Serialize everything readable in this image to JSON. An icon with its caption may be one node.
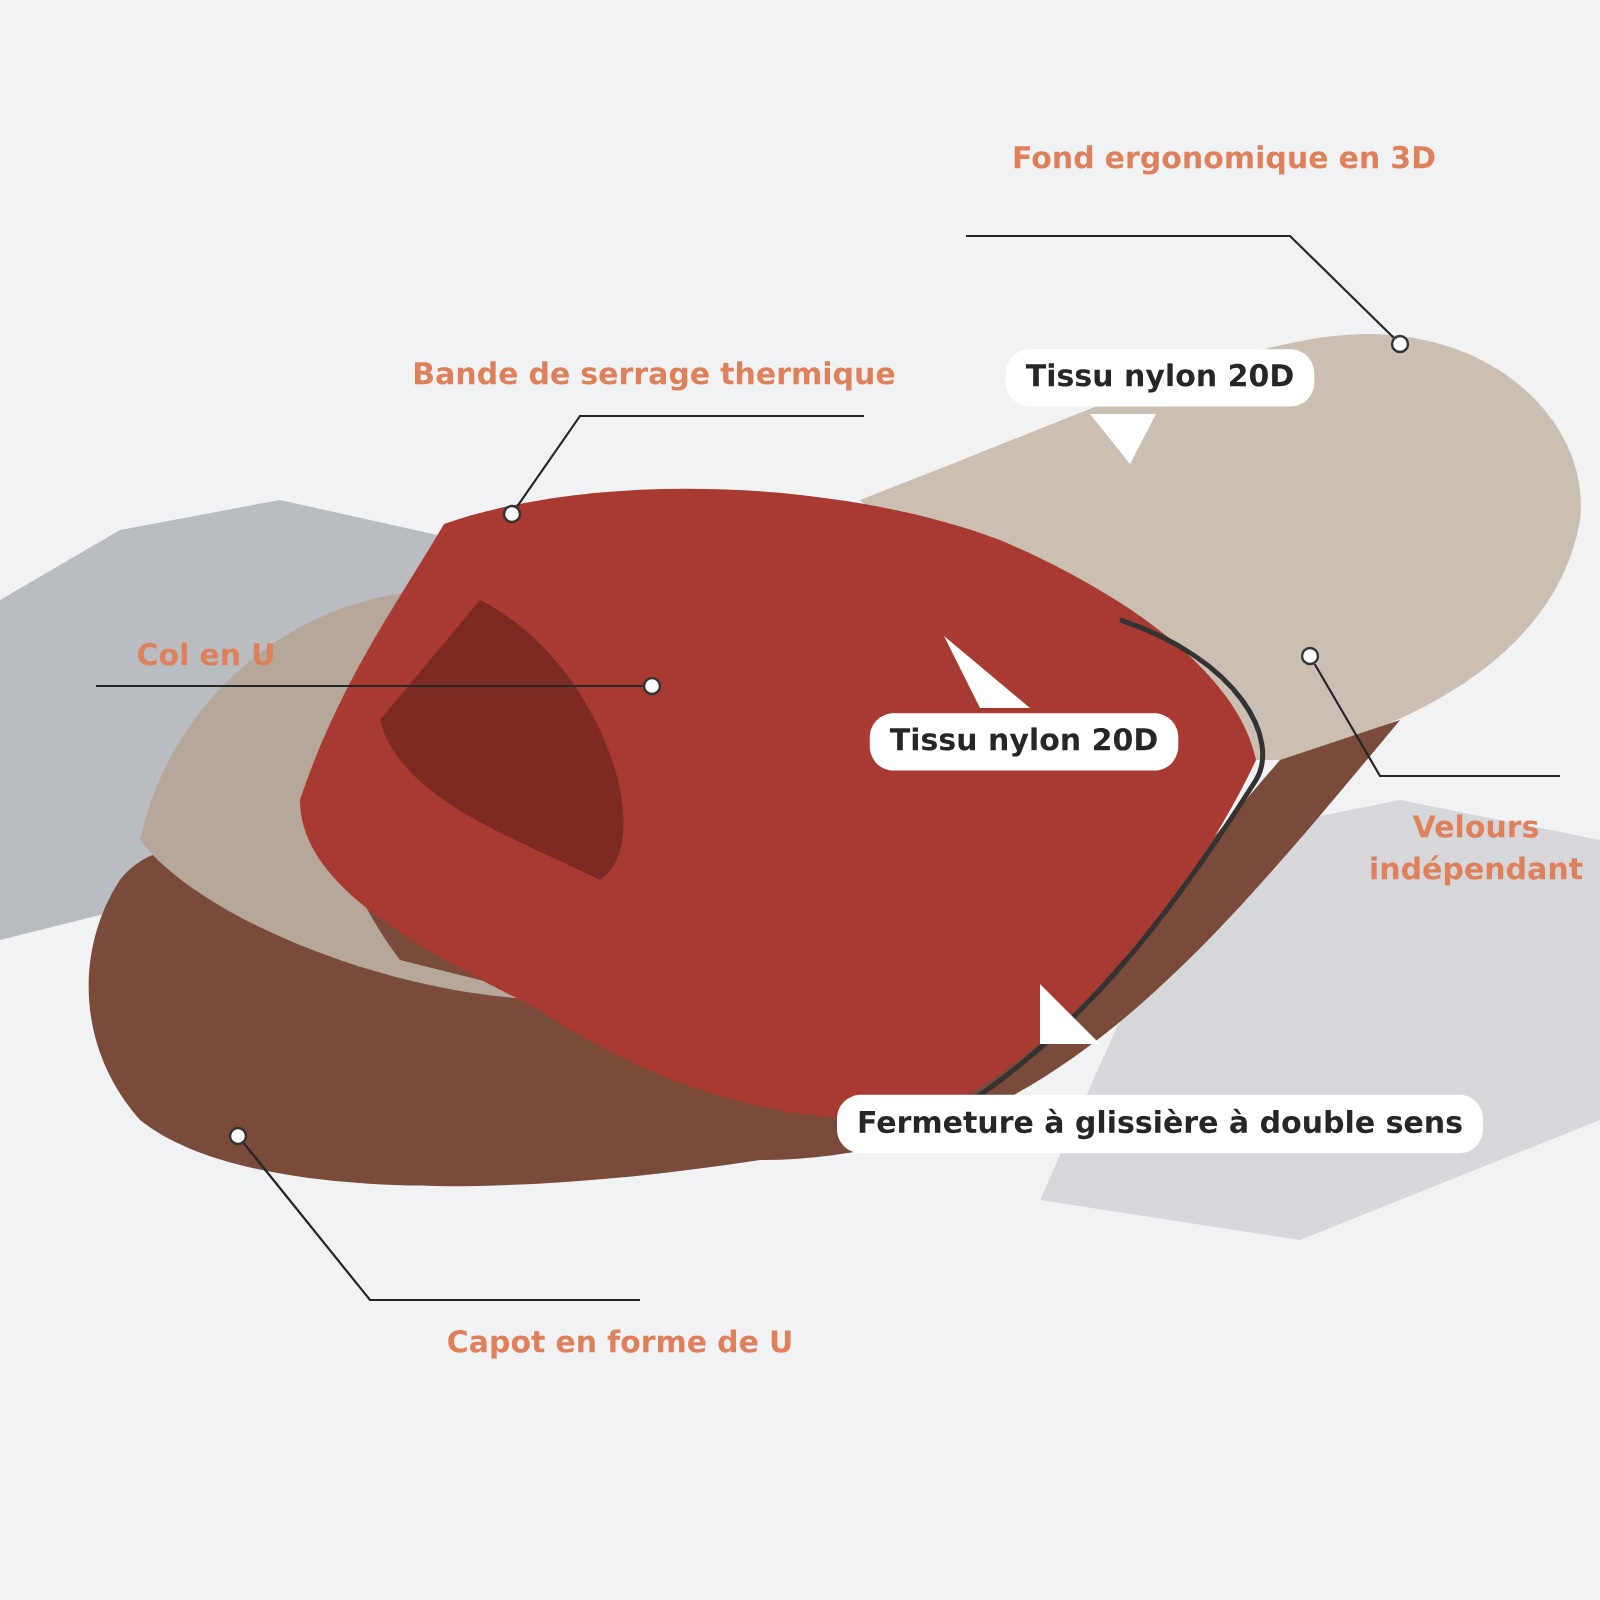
{
  "diagram": {
    "nodes": [
      {
        "text": [
          "Fond ergonomique en 3D"
        ]
      },
      {
        "text": [],
        "shape": "circle"
      },
      {
        "text": [
          "Bande de serrage thermique"
        ]
      },
      {
        "text": [],
        "shape": "circle"
      },
      {
        "text": [
          "Col en U"
        ]
      },
      {
        "text": [],
        "shape": "circle"
      },
      {
        "text": [
          "Velours indépendant"
        ]
      },
      {
        "text": [],
        "shape": "circle"
      },
      {
        "text": [
          "Capot en forme de U"
        ]
      },
      {
        "text": [],
        "shape": "circle"
      },
      {
        "text": [
          "Tissu nylon 20D"
        ]
      },
      {
        "text": [
          "Tissu nylon 20D"
        ]
      },
      {
        "text": [
          "Fermeture à glissière à double sens"
        ]
      }
    ],
    "edges": [
      {
        "from": 0,
        "to": 1,
        "arrow": "none"
      },
      {
        "from": 2,
        "to": 3,
        "arrow": "none"
      },
      {
        "from": 4,
        "to": 5,
        "arrow": "none"
      },
      {
        "from": 6,
        "to": 7,
        "arrow": "none"
      },
      {
        "from": 8,
        "to": 9,
        "arrow": "none"
      }
    ]
  }
}
